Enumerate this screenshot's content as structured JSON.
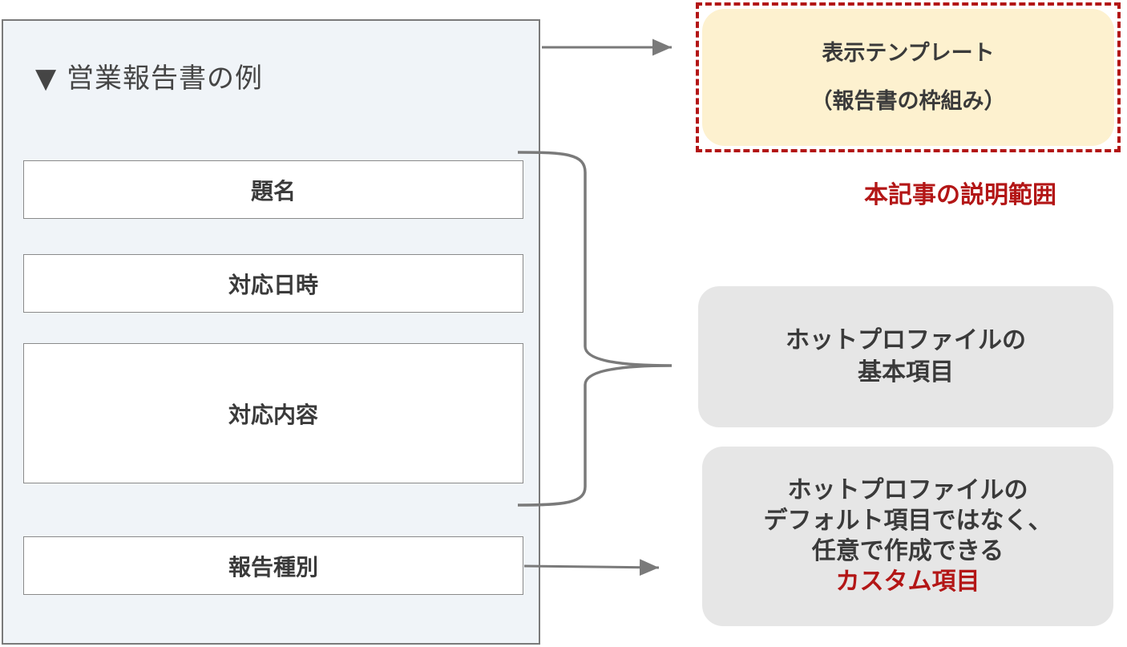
{
  "panel": {
    "title": "▼ 営業報告書の例",
    "fields": [
      {
        "label": "題名"
      },
      {
        "label": "対応日時"
      },
      {
        "label": "対応内容"
      },
      {
        "label": "報告種別"
      }
    ]
  },
  "template_box": {
    "line1": "表示テンプレート",
    "line2": "（報告書の枠組み）"
  },
  "scope_label": "本記事の説明範囲",
  "basic_box": {
    "line1": "ホットプロファイルの",
    "line2": "基本項目"
  },
  "custom_box": {
    "line1": "ホットプロファイルの",
    "line2": "デフォルト項目ではなく、",
    "line3": "任意で作成できる",
    "line4": "カスタム項目"
  },
  "colors": {
    "accent_red": "#b31616",
    "template_fill": "#fdf1cf",
    "panel_fill": "#f0f4f8",
    "box_fill": "#e6e6e6",
    "line_gray": "#7a7a7a"
  }
}
